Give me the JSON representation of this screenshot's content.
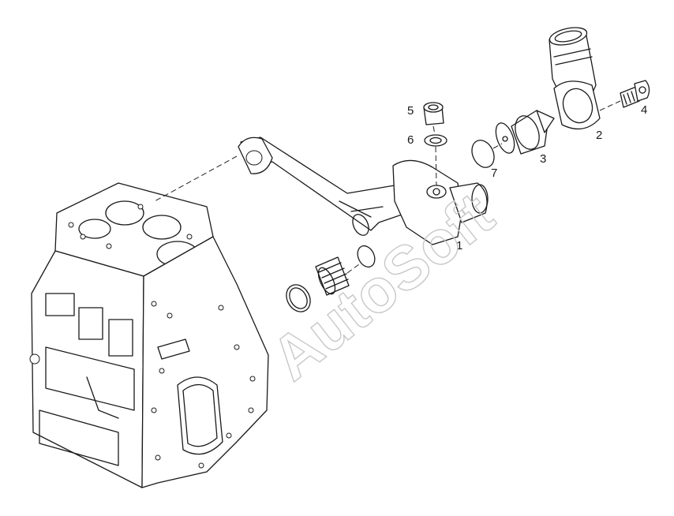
{
  "callouts": [
    {
      "id": "1",
      "text": "1"
    },
    {
      "id": "2",
      "text": "2"
    },
    {
      "id": "3",
      "text": "3"
    },
    {
      "id": "4",
      "text": "4"
    },
    {
      "id": "5",
      "text": "5"
    },
    {
      "id": "6",
      "text": "6"
    },
    {
      "id": "7",
      "text": "7"
    }
  ],
  "watermark": "AutoSoft",
  "colors": {
    "line": "#1a1a1a",
    "watermark": "#c8c8c8",
    "background": "#ffffff"
  }
}
